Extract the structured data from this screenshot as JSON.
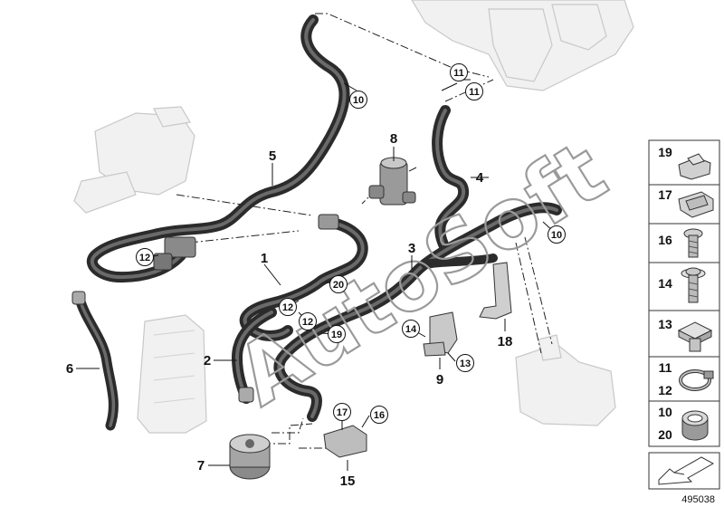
{
  "watermark": "AutoSoft",
  "ref_number": "495038",
  "callouts": {
    "c11a": "11",
    "c11b": "11",
    "c10a": "10",
    "c10b": "10",
    "c12a": "12",
    "c12b": "12",
    "c12c": "12",
    "c20": "20",
    "c19": "19",
    "c14": "14",
    "c13": "13",
    "c17": "17",
    "c16": "16"
  },
  "labels": {
    "l1": "1",
    "l2": "2",
    "l3": "3",
    "l4": "4",
    "l5": "5",
    "l6": "6",
    "l7": "7",
    "l8": "8",
    "l9": "9",
    "l15": "15",
    "l18": "18"
  },
  "legend": [
    {
      "num": "19",
      "icon": "clip-icon"
    },
    {
      "num": "17",
      "icon": "spring-clip-icon"
    },
    {
      "num": "16",
      "icon": "screw-icon"
    },
    {
      "num": "14",
      "icon": "screw-icon"
    },
    {
      "num": "13",
      "icon": "nut-icon"
    },
    {
      "num": "11",
      "num2": "12",
      "icon": "hose-clamp-icon"
    },
    {
      "num": "10",
      "num2": "20",
      "icon": "clamp-ring-icon"
    },
    {
      "icon": "arrow-pointer-icon"
    }
  ]
}
